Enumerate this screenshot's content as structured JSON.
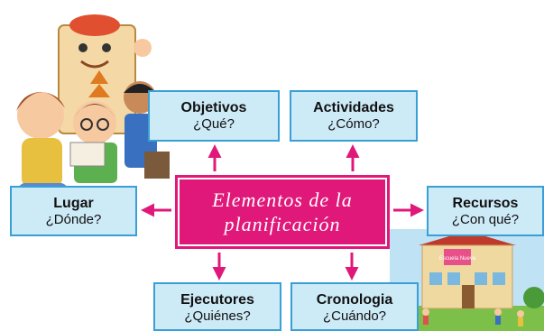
{
  "center": {
    "line1": "Elementos de la",
    "line2": "planificación"
  },
  "nodes": {
    "objetivos": {
      "title": "Objetivos",
      "question": "¿Qué?"
    },
    "actividades": {
      "title": "Actividades",
      "question": "¿Cómo?"
    },
    "lugar": {
      "title": "Lugar",
      "question": "¿Dónde?"
    },
    "recursos": {
      "title": "Recursos",
      "question": "¿Con qué?"
    },
    "ejecutores": {
      "title": "Ejecutores",
      "question": "¿Quiénes?"
    },
    "cronologia": {
      "title": "Cronologia",
      "question": "¿Cuándo?"
    }
  },
  "school_sign": "Escuela Nueva",
  "colors": {
    "center_fill": "#e0187a",
    "box_fill": "#cdeaf7",
    "box_border": "#3a9fd6",
    "arrow": "#e0187a"
  }
}
